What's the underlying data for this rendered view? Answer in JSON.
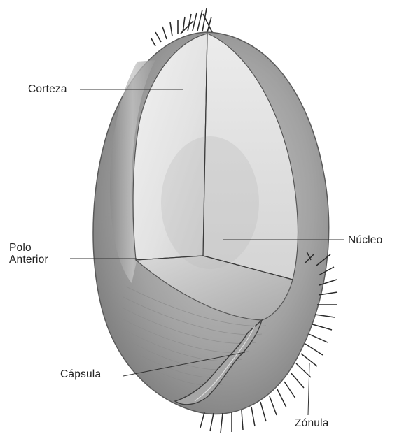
{
  "figure": {
    "labels": {
      "corteza": "Corteza",
      "polo_line1": "Polo",
      "polo_line2": "Anterior",
      "nucleo": "Núcleo",
      "capsula": "Cápsula",
      "zonula": "Zónula"
    },
    "colors": {
      "lens_outer": "#8e8e8e",
      "lens_rim": "#b9b9b9",
      "cut_face": "#e6e6e6",
      "lower_face": "#c8c8c8",
      "leader": "#333333",
      "fibers": "#2a2a2a"
    }
  }
}
